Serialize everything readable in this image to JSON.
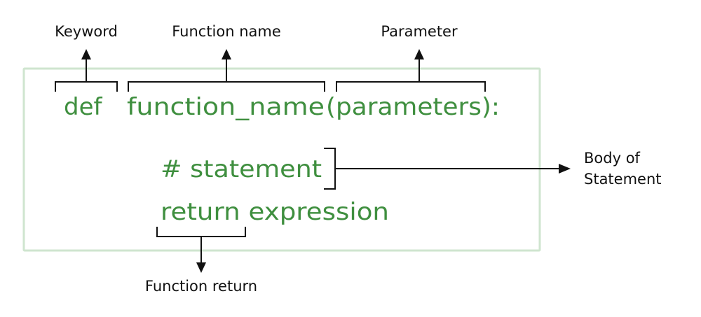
{
  "code": {
    "keyword": "def",
    "function_name": "function_name",
    "parameters": "(parameters):",
    "statement": "# statement",
    "return_expression": "return expression"
  },
  "annotations": {
    "keyword": "Keyword",
    "function_name": "Function name",
    "parameter": "Parameter",
    "body_line1": "Body of",
    "body_line2": "Statement",
    "function_return": "Function return"
  },
  "colors": {
    "code_text": "#3f8f3f",
    "box_border": "#cfe5cf",
    "annotation_text": "#111111"
  }
}
